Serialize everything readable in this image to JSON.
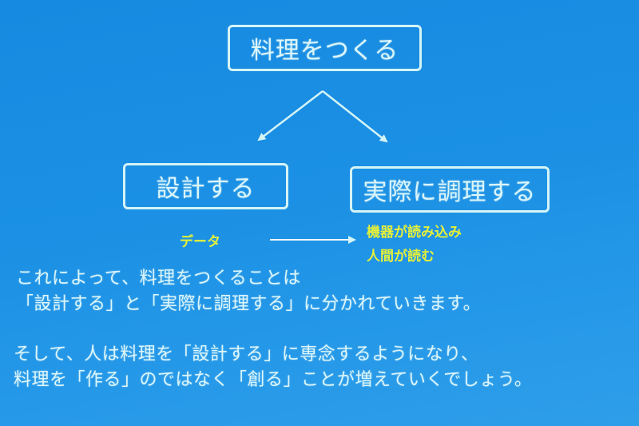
{
  "colors": {
    "background": "#1b90e4",
    "text": "#dcf6fa",
    "box_border": "#d4f4f6",
    "highlight": "#e4f03a"
  },
  "diagram": {
    "root": {
      "label": "料理をつくる"
    },
    "children": [
      {
        "label": "設計する"
      },
      {
        "label": "実際に調理する"
      }
    ],
    "data_flow": {
      "source_label": "データ",
      "targets": [
        "機器が読み込み",
        "人間が読む"
      ]
    }
  },
  "body_text": {
    "paragraph1": [
      "これによって、料理をつくることは",
      "「設計する」と「実際に調理する」に分かれていきます。"
    ],
    "paragraph2": [
      "そして、人は料理を「設計する」に専念するようになり、",
      "料理を「作る」のではなく「創る」ことが増えていくでしょう。"
    ]
  }
}
